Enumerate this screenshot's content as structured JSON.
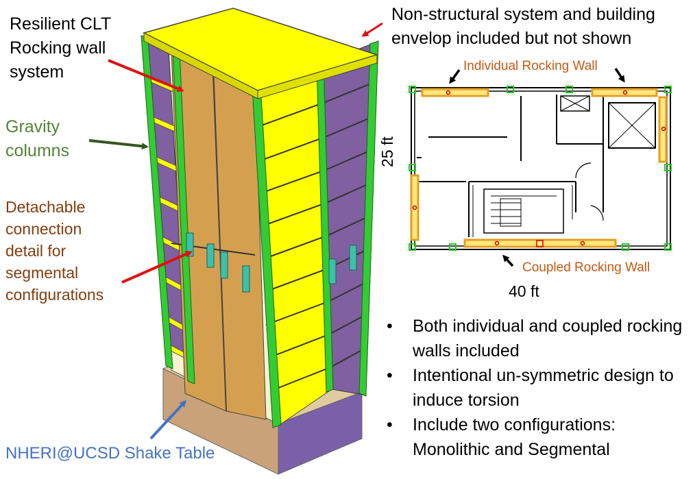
{
  "labels": {
    "resilient": [
      "Resilient CLT",
      "Rocking wall",
      "system"
    ],
    "gravity": [
      "Gravity",
      "columns"
    ],
    "detachable": [
      "Detachable",
      "connection",
      "detail for",
      "segmental",
      "configurations"
    ],
    "shake_table": "NHERI@UCSD Shake Table",
    "nonstructural": [
      "Non-structural system and building",
      "envelop included but not shown"
    ],
    "individual_wall": "Individual Rocking Wall",
    "coupled_wall": "Coupled Rocking Wall",
    "dim_height": "25 ft",
    "dim_width": "40 ft"
  },
  "bullets": [
    "Both individual and coupled rocking walls included",
    "Intentional un-symmetric design to induce torsion",
    "Include two configurations: Monolithic and Segmental"
  ],
  "colors": {
    "resilient": "#000000",
    "gravity": "#548235",
    "detachable": "#843c0c",
    "shake_table": "#4472c4",
    "plan_label": "#c55a11",
    "arrow_red": "#e01010",
    "arrow_green": "#375623",
    "arrow_blue": "#4472c4",
    "slab": "#ffff00",
    "clt_wall": "#d4a050",
    "column": "#33cc33",
    "purple_wall": "#8060a0"
  }
}
